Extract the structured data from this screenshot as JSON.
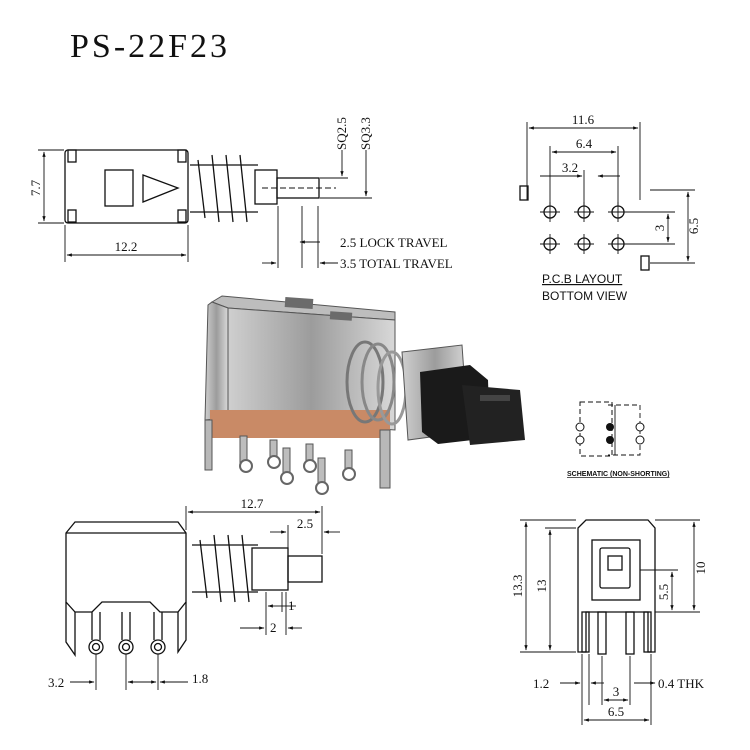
{
  "title": "PS-22F23",
  "side_view": {
    "height": "7.7",
    "body_length": "12.2",
    "sq_a": "SQ2.5",
    "sq_b": "SQ3.3",
    "lock_travel": "2.5 LOCK TRAVEL",
    "total_travel": "3.5 TOTAL TRAVEL"
  },
  "pcb_layout": {
    "width": "11.6",
    "pitch_outer": "6.4",
    "pitch_inner": "3.2",
    "row_gap": "3",
    "row_span": "6.5",
    "label": "P.C.B LAYOUT",
    "sublabel": "BOTTOM VIEW"
  },
  "schematic": {
    "label": "SCHEMATIC (NON-SHORTING)"
  },
  "front_view": {
    "overall_length": "12.7",
    "plunger_length": "2.5",
    "dim_1": "1",
    "dim_2": "2",
    "pin_pitch": "3.2",
    "pin_offset": "1.8"
  },
  "end_view": {
    "height_outer": "13.3",
    "height_inner": "13",
    "height_right": "10",
    "dim_55": "5.5",
    "pin_width": "1.2",
    "thickness": "0.4 THK",
    "pin_pitch": "3",
    "width": "6.5"
  },
  "colors": {
    "line": "#111111",
    "metal": "#a9a9a9",
    "plunger": "#1a1a1a",
    "paper": "#c98a66"
  }
}
